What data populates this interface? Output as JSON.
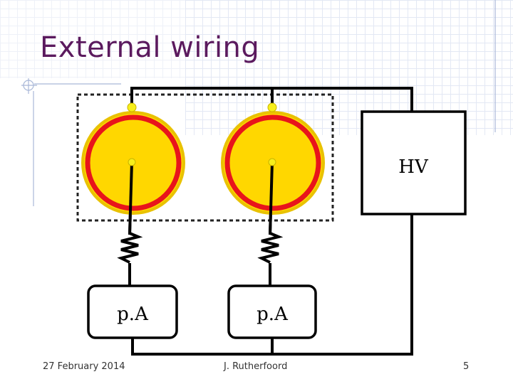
{
  "slide": {
    "title": "External wiring",
    "footer_date": "27 February 2014",
    "footer_author": "J. Rutherfoord",
    "page_number": "5"
  },
  "diagram": {
    "hv_label": "HV",
    "meter_left_label": "p.A",
    "meter_right_label": "p.A"
  },
  "colors": {
    "title": "#5b1a5e",
    "electrode_fill": "#ffd700",
    "electrode_ring": "#e8141b",
    "connector": "#f7ef1a",
    "wire": "#000000"
  }
}
